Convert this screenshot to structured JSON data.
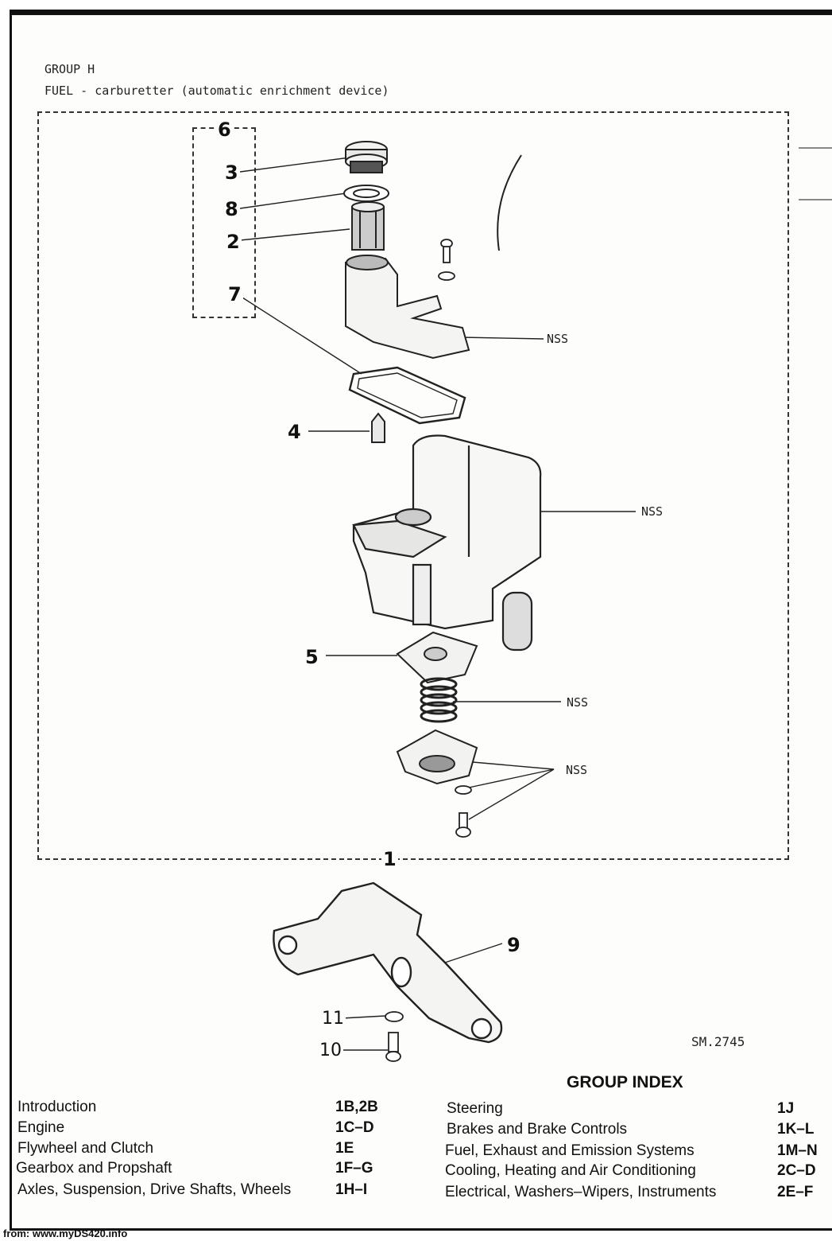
{
  "header": {
    "group": "GROUP H",
    "subtitle": "FUEL - carburetter (automatic enrichment device)"
  },
  "diagram": {
    "callouts": [
      "6",
      "3",
      "8",
      "2",
      "7",
      "4",
      "5",
      "1",
      "9",
      "11",
      "10"
    ],
    "nss_label": "NSS",
    "reference": "SM.2745"
  },
  "group_index": {
    "title": "GROUP INDEX",
    "left": [
      {
        "name": "Introduction",
        "code": "1B,2B"
      },
      {
        "name": "Engine",
        "code": "1C–D"
      },
      {
        "name": "Flywheel and Clutch",
        "code": "1E"
      },
      {
        "name": "Gearbox and Propshaft",
        "code": "1F–G"
      },
      {
        "name": "Axles, Suspension, Drive Shafts, Wheels",
        "code": "1H–I"
      }
    ],
    "right": [
      {
        "name": "Steering",
        "code": "1J"
      },
      {
        "name": "Brakes and Brake Controls",
        "code": "1K–L"
      },
      {
        "name": "Fuel, Exhaust and Emission Systems",
        "code": "1M–N"
      },
      {
        "name": "Cooling, Heating and Air Conditioning",
        "code": "2C–D"
      },
      {
        "name": "Electrical, Washers–Wipers, Instruments",
        "code": "2E–F"
      }
    ]
  },
  "footer": {
    "source": "from: www.myDS420.info"
  }
}
